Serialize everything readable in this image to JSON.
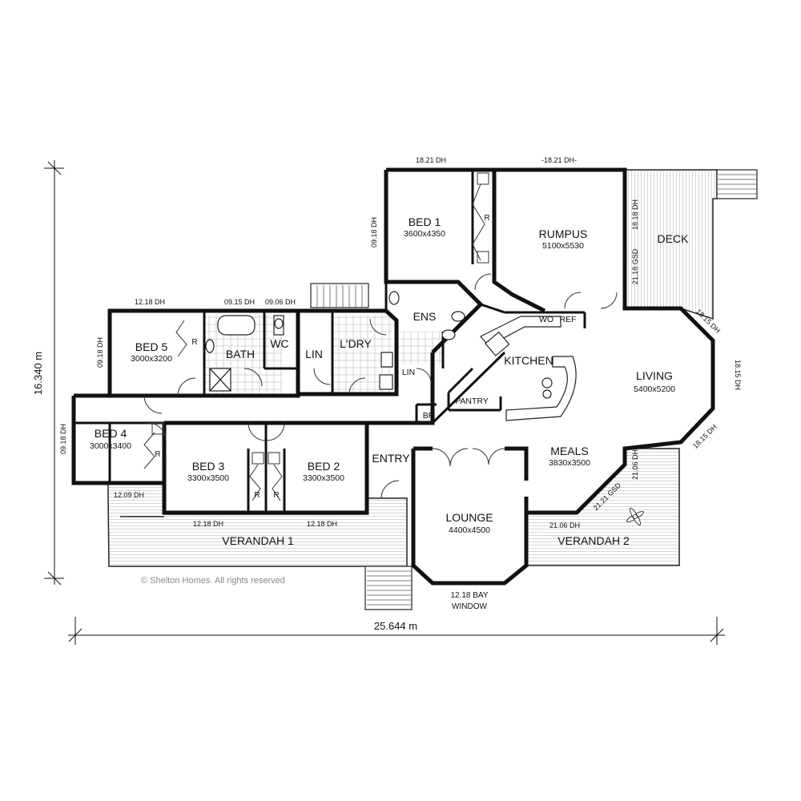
{
  "overall": {
    "width": "25.644 m",
    "depth": "16.340 m"
  },
  "copyright": "© Shelton Homes. All rights reserved",
  "rooms": {
    "bed1": {
      "name": "BED 1",
      "size": "3600x4350"
    },
    "rumpus": {
      "name": "RUMPUS",
      "size": "5100x5530"
    },
    "deck": {
      "name": "DECK"
    },
    "ens": {
      "name": "ENS"
    },
    "bed5": {
      "name": "BED 5",
      "size": "3000x3200"
    },
    "bath": {
      "name": "BATH"
    },
    "wc": {
      "name": "WC"
    },
    "lin": {
      "name": "LIN"
    },
    "ldry": {
      "name": "L'DRY"
    },
    "lin2": {
      "name": "LIN"
    },
    "kitchen": {
      "name": "KITCHEN"
    },
    "pantry": {
      "name": "PANTRY"
    },
    "wo": {
      "name": "WO"
    },
    "ref": {
      "name": "REF"
    },
    "br": {
      "name": "BR"
    },
    "living": {
      "name": "LIVING",
      "size": "5400x5200"
    },
    "bed4": {
      "name": "BED 4",
      "size": "3000x3400"
    },
    "bed3": {
      "name": "BED 3",
      "size": "3300x3500"
    },
    "bed2": {
      "name": "BED 2",
      "size": "3300x3500"
    },
    "entry": {
      "name": "ENTRY"
    },
    "meals": {
      "name": "MEALS",
      "size": "3830x3500"
    },
    "lounge": {
      "name": "LOUNGE",
      "size": "4400x4500"
    },
    "verandah1": {
      "name": "VERANDAH 1"
    },
    "verandah2": {
      "name": "VERANDAH 2"
    }
  },
  "robe_label": "R",
  "bay_window": {
    "line1": "12.18 BAY",
    "line2": "WINDOW"
  },
  "window_labels": {
    "bed1_top": "18.21 DH",
    "rumpus_top": "-18.21 DH-",
    "bed1_left": "09.18 DH",
    "deck_upper": "18.18 DH",
    "deck_lower": "21.18 GSD",
    "living_ne": "18.15 DH",
    "living_e": "18.15 DH",
    "living_se": "18.15 DH",
    "meals_right": "21.06 DH",
    "meals_diag": "21.21 GSD",
    "verandah2_top": "21.06 DH",
    "bed5_top": "12.18 DH",
    "bath_top": "09.15 DH",
    "wc_top": "09.06 DH",
    "bed5_left": "09.18 DH",
    "bed4_left": "09.18 DH",
    "bed4_bottom": "12.09 DH",
    "bed3_bottom": "12.18 DH",
    "bed2_bottom": "12.18 DH"
  }
}
